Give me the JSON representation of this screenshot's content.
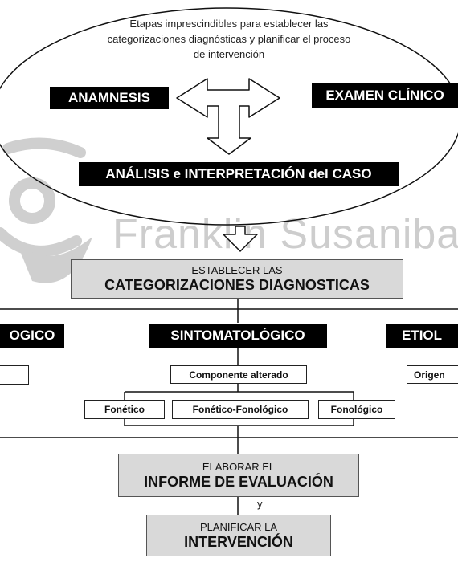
{
  "top": {
    "description": "Etapas imprescindibles para establecer las categorizaciones diagnósticas y planificar el proceso de  intervención",
    "left_label": "ANAMNESIS",
    "right_label": "EXAMEN CLÍNICO",
    "bottom_label": "ANÁLISIS e INTERPRETACIÓN del CASO"
  },
  "watermark": {
    "text": "Franklin Susanibar"
  },
  "categorize": {
    "line1": "ESTABLECER LAS",
    "line2": "CATEGORIZACIONES DIAGNOSTICAS"
  },
  "branches": {
    "left": "OGICO",
    "center": "SINTOMATOLÓGICO",
    "right": "ETIOL"
  },
  "sub": {
    "component": "Componente alterado",
    "origin": "Origen",
    "items": [
      "Fonético",
      "Fonético-Fonológico",
      "Fonológico"
    ]
  },
  "report": {
    "line1": "ELABORAR EL",
    "line2": "INFORME DE EVALUACIÓN"
  },
  "connector": "y",
  "plan": {
    "line1": "PLANIFICAR LA",
    "line2": "INTERVENCIÓN"
  }
}
